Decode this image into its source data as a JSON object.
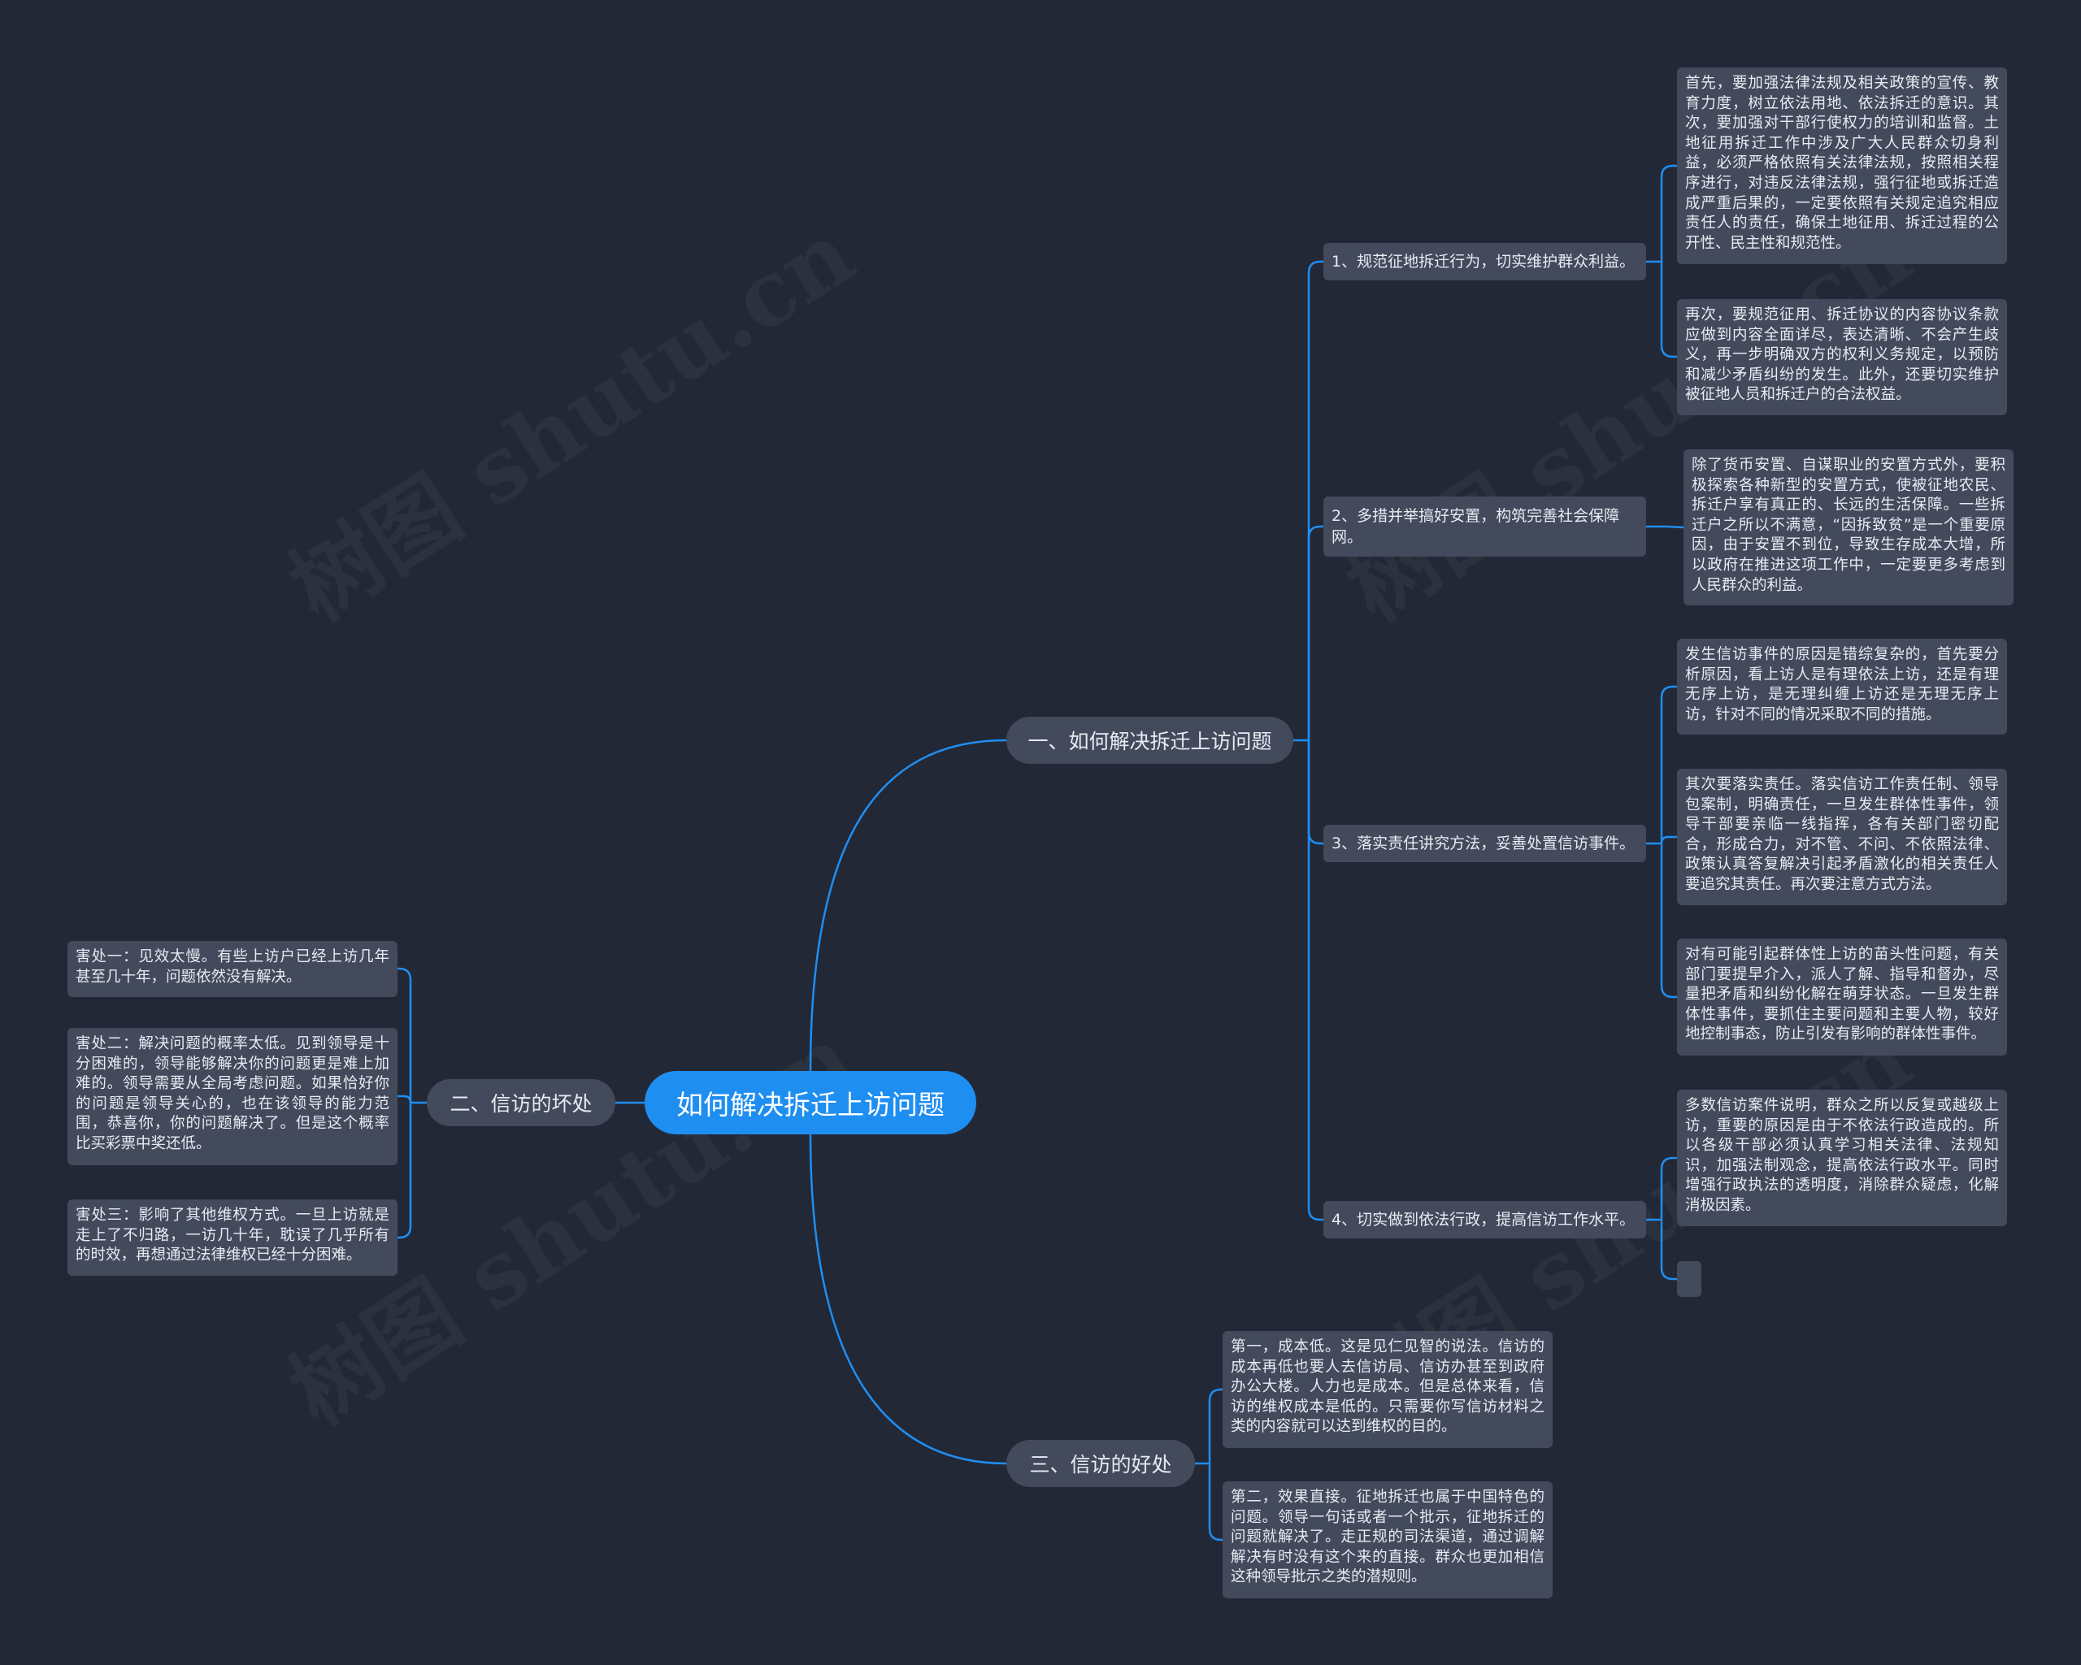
{
  "watermark": "树图 shutu.cn",
  "colors": {
    "background": "#232836",
    "root": "#1f8ef1",
    "node": "#434a5c",
    "line": "#1f8ef1",
    "text": "#e8ebf2"
  },
  "root": {
    "label": "如何解决拆迁上访问题"
  },
  "branches": [
    {
      "label": "一、如何解决拆迁上访问题",
      "children": [
        {
          "label": "1、规范征地拆迁行为，切实维护群众利益。",
          "leaves": [
            "首先，要加强法律法规及相关政策的宣传、教育力度，树立依法用地、依法拆迁的意识。其次，要加强对干部行使权力的培训和监督。土地征用拆迁工作中涉及广大人民群众切身利益，必须严格依照有关法律法规，按照相关程序进行，对违反法律法规，强行征地或拆迁造成严重后果的，一定要依照有关规定追究相应责任人的责任，确保土地征用、拆迁过程的公开性、民主性和规范性。",
            "再次，要规范征用、拆迁协议的内容协议条款应做到内容全面详尽，表达清晰、不会产生歧义，再一步明确双方的权利义务规定，以预防和减少矛盾纠纷的发生。此外，还要切实维护被征地人员和拆迁户的合法权益。"
          ]
        },
        {
          "label": "2、多措并举搞好安置，构筑完善社会保障网。",
          "leaves": [
            "除了货币安置、自谋职业的安置方式外，要积极探索各种新型的安置方式，使被征地农民、拆迁户享有真正的、长远的生活保障。一些拆迁户之所以不满意，“因拆致贫”是一个重要原因，由于安置不到位，导致生存成本大增，所以政府在推进这项工作中，一定要更多考虑到人民群众的利益。"
          ]
        },
        {
          "label": "3、落实责任讲究方法，妥善处置信访事件。",
          "leaves": [
            "发生信访事件的原因是错综复杂的，首先要分析原因，看上访人是有理依法上访，还是有理无序上访，是无理纠缠上访还是无理无序上访，针对不同的情况采取不同的措施。",
            "其次要落实责任。落实信访工作责任制、领导包案制，明确责任，一旦发生群体性事件，领导干部要亲临一线指挥，各有关部门密切配合，形成合力，对不管、不问、不依照法律、政策认真答复解决引起矛盾激化的相关责任人要追究其责任。再次要注意方式方法。",
            "对有可能引起群体性上访的苗头性问题，有关部门要提早介入，派人了解、指导和督办，尽量把矛盾和纠纷化解在萌芽状态。一旦发生群体性事件，要抓住主要问题和主要人物，较好地控制事态，防止引发有影响的群体性事件。"
          ]
        },
        {
          "label": "4、切实做到依法行政，提高信访工作水平。",
          "leaves": [
            "多数信访案件说明，群众之所以反复或越级上访，重要的原因是由于不依法行政造成的。所以各级干部必须认真学习相关法律、法规知识，加强法制观念，提高依法行政水平。同时增强行政执法的透明度，消除群众疑虑，化解消极因素。",
            ""
          ]
        }
      ]
    },
    {
      "label": "二、信访的坏处",
      "leaves": [
        "害处一：见效太慢。有些上访户已经上访几年甚至几十年，问题依然没有解决。",
        "害处二：解决问题的概率太低。见到领导是十分困难的，领导能够解决你的问题更是难上加难的。领导需要从全局考虑问题。如果恰好你的问题是领导关心的，也在该领导的能力范围，恭喜你，你的问题解决了。但是这个概率比买彩票中奖还低。",
        "害处三：影响了其他维权方式。一旦上访就是走上了不归路，一访几十年，耽误了几乎所有的时效，再想通过法律维权已经十分困难。"
      ]
    },
    {
      "label": "三、信访的好处",
      "leaves": [
        "第一，成本低。这是见仁见智的说法。信访的成本再低也要人去信访局、信访办甚至到政府办公大楼。人力也是成本。但是总体来看，信访的维权成本是低的。只需要你写信访材料之类的内容就可以达到维权的目的。",
        "第二，效果直接。征地拆迁也属于中国特色的问题。领导一句话或者一个批示，征地拆迁的问题就解决了。走正规的司法渠道，通过调解解决有时没有这个来的直接。群众也更加相信这种领导批示之类的潜规则。"
      ]
    }
  ]
}
